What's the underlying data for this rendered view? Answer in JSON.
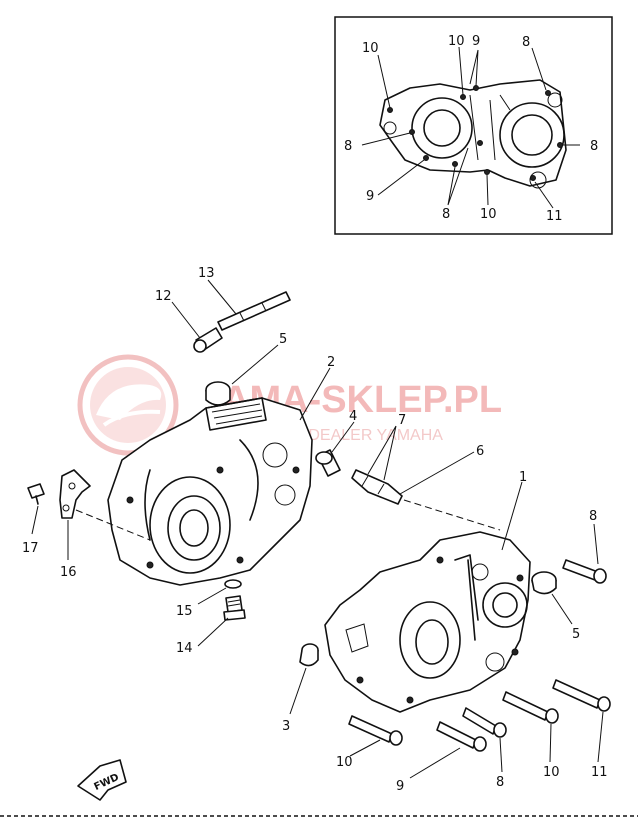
{
  "watermark": {
    "text": "AMA-SKLEP.PL",
    "subtext": "OWICZ | DEALER YAMAHA",
    "color": "#f3b9b9"
  },
  "inset": {
    "callouts": [
      "10",
      "10",
      "9",
      "8",
      "8",
      "8",
      "9",
      "8",
      "10",
      "11"
    ]
  },
  "callouts": [
    "13",
    "12",
    "5",
    "2",
    "4",
    "7",
    "6",
    "1",
    "8",
    "5",
    "17",
    "16",
    "15",
    "14",
    "3",
    "10",
    "9",
    "8",
    "10",
    "11"
  ],
  "fwd_label": "FWD"
}
